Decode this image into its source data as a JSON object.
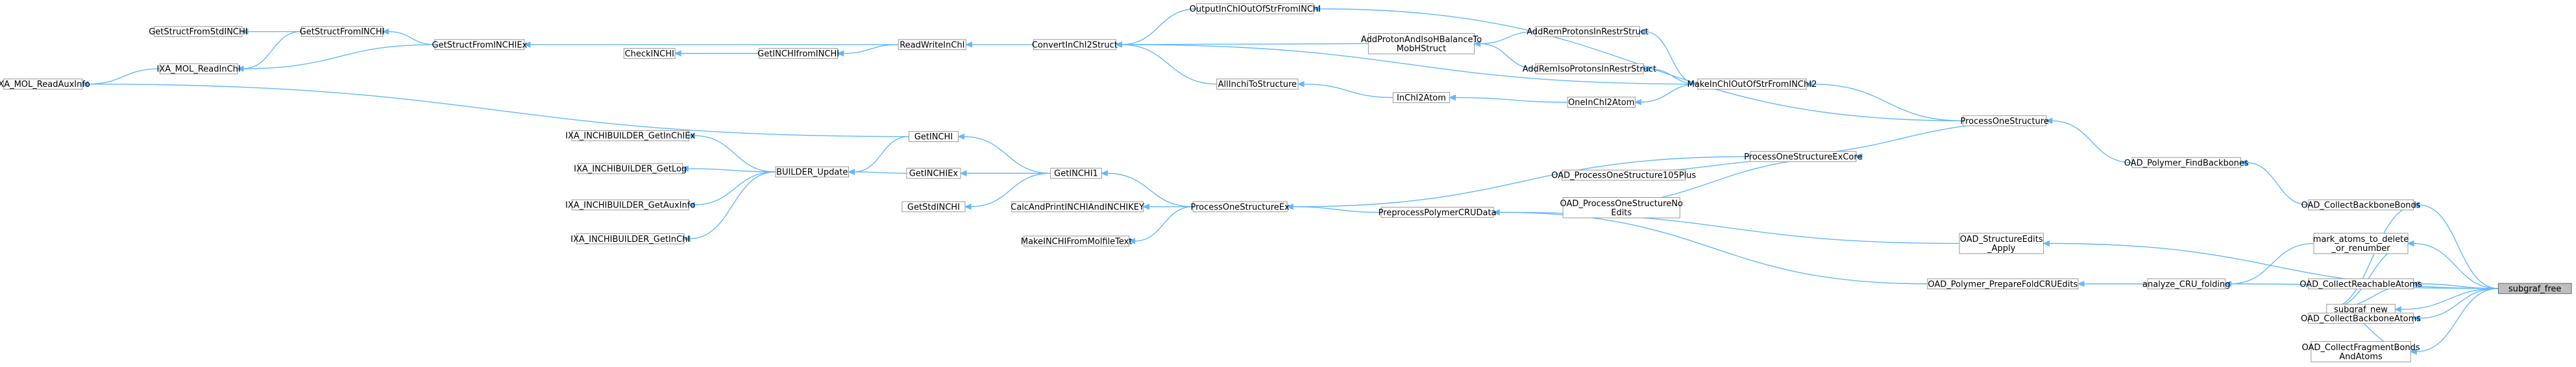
{
  "graph": {
    "root": "subgraf_free",
    "nodes": [
      {
        "id": "GetStructFromStdINCHI",
        "lines": [
          "GetStructFromStdINCHI"
        ]
      },
      {
        "id": "GetStructFromINCHI",
        "lines": [
          "GetStructFromINCHI"
        ]
      },
      {
        "id": "IXA_MOL_ReadInChI",
        "lines": [
          "IXA_MOL_ReadInChI"
        ]
      },
      {
        "id": "IXA_MOL_ReadAuxInfo",
        "lines": [
          "IXA_MOL_ReadAuxInfo"
        ]
      },
      {
        "id": "GetStructFromINCHIEx",
        "lines": [
          "GetStructFromINCHIEx"
        ]
      },
      {
        "id": "CheckINCHI",
        "lines": [
          "CheckINCHI"
        ]
      },
      {
        "id": "GetINCHIfromINCHI",
        "lines": [
          "GetINCHIfromINCHI"
        ]
      },
      {
        "id": "ReadWriteInChI",
        "lines": [
          "ReadWriteInChI"
        ]
      },
      {
        "id": "ConvertInChI2Struct",
        "lines": [
          "ConvertInChI2Struct"
        ]
      },
      {
        "id": "OutputInChIOutOfStrFromINChI",
        "lines": [
          "OutputInChIOutOfStrFromINChI"
        ]
      },
      {
        "id": "AddProtonAndIsoHBalanceToMobHStruct",
        "lines": [
          "AddProtonAndIsoHBalanceTo",
          "MobHStruct"
        ]
      },
      {
        "id": "AddRemProtonsInRestrStruct",
        "lines": [
          "AddRemProtonsInRestrStruct"
        ]
      },
      {
        "id": "AddRemIsoProtonsInRestrStruct",
        "lines": [
          "AddRemIsoProtonsInRestrStruct"
        ]
      },
      {
        "id": "MakeInChIOutOfStrFromINChI2",
        "lines": [
          "MakeInChIOutOfStrFromINChI2"
        ]
      },
      {
        "id": "AllInchiToStructure",
        "lines": [
          "AllInchiToStructure"
        ]
      },
      {
        "id": "InChI2Atom",
        "lines": [
          "InChI2Atom"
        ]
      },
      {
        "id": "OneInChI2Atom",
        "lines": [
          "OneInChI2Atom"
        ]
      },
      {
        "id": "ProcessOneStructure",
        "lines": [
          "ProcessOneStructure"
        ]
      },
      {
        "id": "IXA_INCHIBUILDER_GetInChIEx",
        "lines": [
          "IXA_INCHIBUILDER_GetInChIEx"
        ]
      },
      {
        "id": "IXA_INCHIBUILDER_GetLog",
        "lines": [
          "IXA_INCHIBUILDER_GetLog"
        ]
      },
      {
        "id": "IXA_INCHIBUILDER_GetAuxInfo",
        "lines": [
          "IXA_INCHIBUILDER_GetAuxInfo"
        ]
      },
      {
        "id": "IXA_INCHIBUILDER_GetInChI",
        "lines": [
          "IXA_INCHIBUILDER_GetInChI"
        ]
      },
      {
        "id": "BUILDER_Update",
        "lines": [
          "BUILDER_Update"
        ]
      },
      {
        "id": "GetINCHI",
        "lines": [
          "GetINCHI"
        ]
      },
      {
        "id": "GetINCHIEx",
        "lines": [
          "GetINCHIEx"
        ]
      },
      {
        "id": "GetStdINCHI",
        "lines": [
          "GetStdINCHI"
        ]
      },
      {
        "id": "GetINCHI1",
        "lines": [
          "GetINCHI1"
        ]
      },
      {
        "id": "CalcAndPrintINCHIAndINCHIKEY",
        "lines": [
          "CalcAndPrintINCHIAndINCHIKEY"
        ]
      },
      {
        "id": "MakeINCHIFromMolfileText",
        "lines": [
          "MakeINCHIFromMolfileText"
        ]
      },
      {
        "id": "ProcessOneStructureEx",
        "lines": [
          "ProcessOneStructureEx"
        ]
      },
      {
        "id": "PreprocessPolymerCRUData",
        "lines": [
          "PreprocessPolymerCRUData"
        ]
      },
      {
        "id": "ProcessOneStructureExCore",
        "lines": [
          "ProcessOneStructureExCore"
        ]
      },
      {
        "id": "OAD_ProcessOneStructure105Plus",
        "lines": [
          "OAD_ProcessOneStructure105Plus"
        ]
      },
      {
        "id": "OAD_ProcessOneStructureNoEdits",
        "lines": [
          "OAD_ProcessOneStructureNo",
          "Edits"
        ]
      },
      {
        "id": "OAD_Polymer_FindBackbones",
        "lines": [
          "OAD_Polymer_FindBackbones"
        ]
      },
      {
        "id": "OAD_StructureEdits_Apply",
        "lines": [
          "OAD_StructureEdits",
          "_Apply"
        ]
      },
      {
        "id": "OAD_Polymer_PrepareFoldCRUEdits",
        "lines": [
          "OAD_Polymer_PrepareFoldCRUEdits"
        ]
      },
      {
        "id": "analyze_CRU_folding",
        "lines": [
          "analyze_CRU_folding"
        ]
      },
      {
        "id": "OAD_CollectBackboneBonds",
        "lines": [
          "OAD_CollectBackboneBonds"
        ]
      },
      {
        "id": "mark_atoms_to_delete_or_renumber",
        "lines": [
          "mark_atoms_to_delete",
          "_or_renumber"
        ]
      },
      {
        "id": "subgraf_new",
        "lines": [
          "subgraf_new"
        ]
      },
      {
        "id": "OAD_CollectReachableAtoms",
        "lines": [
          "OAD_CollectReachableAtoms"
        ]
      },
      {
        "id": "OAD_CollectBackboneAtoms",
        "lines": [
          "OAD_CollectBackboneAtoms"
        ]
      },
      {
        "id": "OAD_CollectFragmentBondsAndAtoms",
        "lines": [
          "OAD_CollectFragmentBonds",
          "AndAtoms"
        ]
      },
      {
        "id": "subgraf_free",
        "lines": [
          "subgraf_free"
        ]
      }
    ],
    "edges": [
      [
        "subgraf_free",
        "OAD_CollectBackboneBonds"
      ],
      [
        "subgraf_free",
        "mark_atoms_to_delete_or_renumber"
      ],
      [
        "subgraf_free",
        "analyze_CRU_folding"
      ],
      [
        "subgraf_free",
        "subgraf_new"
      ],
      [
        "subgraf_free",
        "OAD_CollectReachableAtoms"
      ],
      [
        "subgraf_free",
        "OAD_CollectBackboneAtoms"
      ],
      [
        "subgraf_free",
        "OAD_CollectFragmentBondsAndAtoms"
      ],
      [
        "subgraf_new",
        "OAD_CollectBackboneBonds"
      ],
      [
        "subgraf_new",
        "mark_atoms_to_delete_or_renumber"
      ],
      [
        "subgraf_new",
        "OAD_CollectReachableAtoms"
      ],
      [
        "subgraf_new",
        "OAD_CollectBackboneAtoms"
      ],
      [
        "subgraf_new",
        "OAD_CollectFragmentBondsAndAtoms"
      ],
      [
        "OAD_CollectBackboneBonds",
        "OAD_Polymer_FindBackbones"
      ],
      [
        "OAD_Polymer_FindBackbones",
        "ProcessOneStructure"
      ],
      [
        "mark_atoms_to_delete_or_renumber",
        "analyze_CRU_folding"
      ],
      [
        "analyze_CRU_folding",
        "OAD_Polymer_PrepareFoldCRUEdits"
      ],
      [
        "OAD_Polymer_PrepareFoldCRUEdits",
        "PreprocessPolymerCRUData"
      ],
      [
        "OAD_StructureEdits_Apply",
        "PreprocessPolymerCRUData"
      ],
      [
        "OAD_ProcessOneStructureNoEdits",
        "ProcessOneStructureExCore"
      ],
      [
        "OAD_ProcessOneStructure105Plus",
        "ProcessOneStructureExCore"
      ],
      [
        "PreprocessPolymerCRUData",
        "ProcessOneStructureEx"
      ],
      [
        "ProcessOneStructureExCore",
        "ProcessOneStructureEx"
      ],
      [
        "ProcessOneStructureExCore",
        "ProcessOneStructure"
      ],
      [
        "ProcessOneStructure",
        "MakeInChIOutOfStrFromINChI2"
      ],
      [
        "ProcessOneStructure",
        "OutputInChIOutOfStrFromINChI"
      ],
      [
        "MakeInChIOutOfStrFromINChI2",
        "AddRemProtonsInRestrStruct"
      ],
      [
        "MakeInChIOutOfStrFromINChI2",
        "AddRemIsoProtonsInRestrStruct"
      ],
      [
        "MakeInChIOutOfStrFromINChI2",
        "OneInChI2Atom"
      ],
      [
        "MakeInChIOutOfStrFromINChI2",
        "ConvertInChI2Struct"
      ],
      [
        "AddRemProtonsInRestrStruct",
        "AddProtonAndIsoHBalanceToMobHStruct"
      ],
      [
        "AddRemIsoProtonsInRestrStruct",
        "AddProtonAndIsoHBalanceToMobHStruct"
      ],
      [
        "AddProtonAndIsoHBalanceToMobHStruct",
        "ConvertInChI2Struct"
      ],
      [
        "OneInChI2Atom",
        "InChI2Atom"
      ],
      [
        "InChI2Atom",
        "AllInchiToStructure"
      ],
      [
        "AllInchiToStructure",
        "ConvertInChI2Struct"
      ],
      [
        "OutputInChIOutOfStrFromINChI",
        "ConvertInChI2Struct"
      ],
      [
        "ConvertInChI2Struct",
        "ReadWriteInChI"
      ],
      [
        "ReadWriteInChI",
        "GetINCHIfromINCHI"
      ],
      [
        "ReadWriteInChI",
        "GetStructFromINCHIEx"
      ],
      [
        "GetINCHIfromINCHI",
        "CheckINCHI"
      ],
      [
        "CheckINCHI",
        "GetINCHIfromINCHI"
      ],
      [
        "GetStructFromINCHIEx",
        "GetStructFromINCHI"
      ],
      [
        "GetStructFromINCHIEx",
        "IXA_MOL_ReadInChI"
      ],
      [
        "GetStructFromINCHI",
        "GetStructFromStdINCHI"
      ],
      [
        "GetStructFromINCHI",
        "IXA_MOL_ReadInChI"
      ],
      [
        "IXA_MOL_ReadInChI",
        "IXA_MOL_ReadAuxInfo"
      ],
      [
        "ProcessOneStructureEx",
        "GetINCHI1"
      ],
      [
        "ProcessOneStructureEx",
        "CalcAndPrintINCHIAndINCHIKEY"
      ],
      [
        "ProcessOneStructureEx",
        "MakeINCHIFromMolfileText"
      ],
      [
        "GetINCHI1",
        "GetINCHI"
      ],
      [
        "GetINCHI1",
        "GetINCHIEx"
      ],
      [
        "GetINCHI1",
        "GetStdINCHI"
      ],
      [
        "GetINCHI",
        "BUILDER_Update"
      ],
      [
        "GetINCHI",
        "IXA_MOL_ReadAuxInfo"
      ],
      [
        "GetINCHIEx",
        "BUILDER_Update"
      ],
      [
        "BUILDER_Update",
        "IXA_INCHIBUILDER_GetInChIEx"
      ],
      [
        "BUILDER_Update",
        "IXA_INCHIBUILDER_GetLog"
      ],
      [
        "BUILDER_Update",
        "IXA_INCHIBUILDER_GetAuxInfo"
      ],
      [
        "BUILDER_Update",
        "IXA_INCHIBUILDER_GetInChI"
      ],
      [
        "subgraf_free",
        "OAD_StructureEdits_Apply"
      ]
    ]
  },
  "colors": {
    "edge": "#63b8ff",
    "node_border": "#999999",
    "root_fill": "#bfbfbf"
  }
}
